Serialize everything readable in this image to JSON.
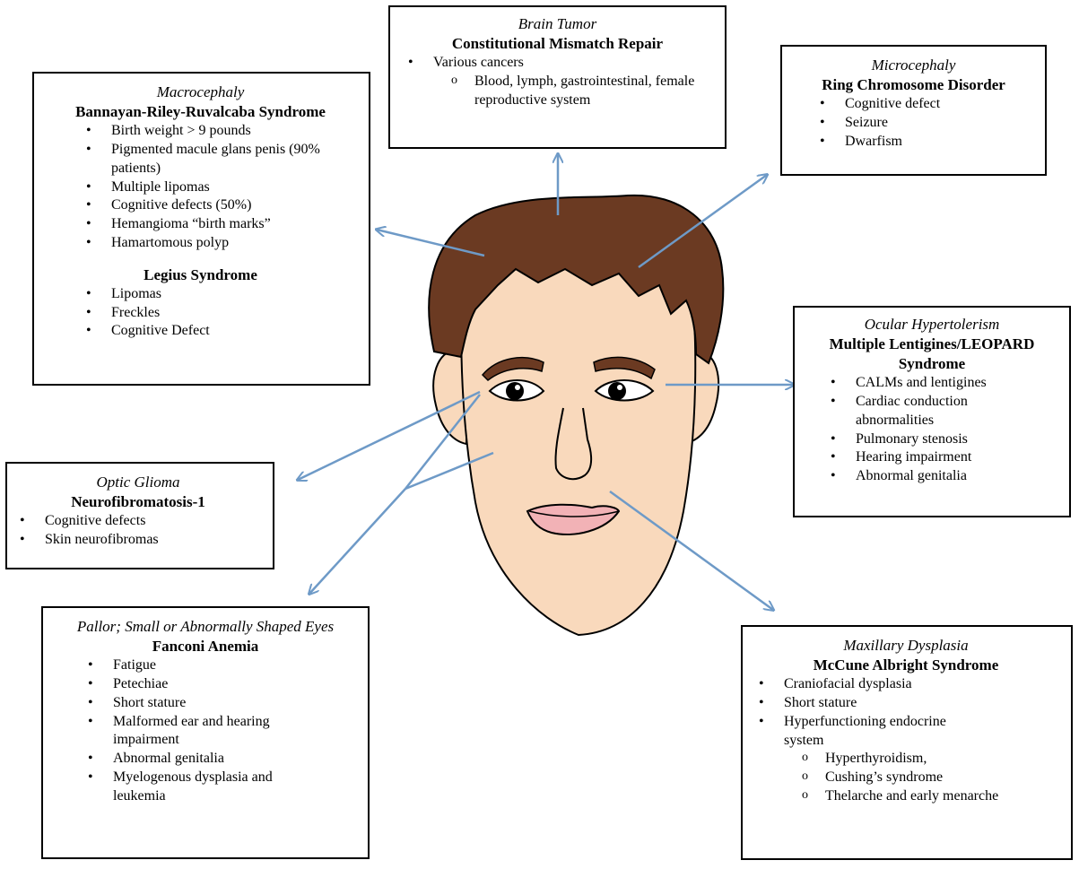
{
  "boxes": {
    "brain_tumor": {
      "finding": "Brain Tumor",
      "syndrome": "Constitutional Mismatch Repair",
      "items": [
        "Various cancers"
      ],
      "subitems": [
        "Blood, lymph, gastrointestinal, female reproductive system"
      ]
    },
    "macrocephaly": {
      "finding": "Macrocephaly",
      "syndrome": "Bannayan-Riley-Ruvalcaba Syndrome",
      "items": [
        "Birth weight > 9 pounds",
        "Pigmented macule glans penis (90% patients)",
        "Multiple lipomas",
        "Cognitive defects (50%)",
        "Hemangioma “birth marks”",
        "Hamartomous polyp"
      ],
      "syndrome2": "Legius Syndrome",
      "items2": [
        "Lipomas",
        "Freckles",
        "Cognitive Defect"
      ]
    },
    "microcephaly": {
      "finding": "Microcephaly",
      "syndrome": "Ring Chromosome Disorder",
      "items": [
        "Cognitive defect",
        "Seizure",
        "Dwarfism"
      ]
    },
    "ocular": {
      "finding": "Ocular Hypertolerism",
      "syndrome": "Multiple Lentigines/LEOPARD Syndrome",
      "items": [
        "CALMs and lentigines",
        "Cardiac conduction abnormalities",
        "Pulmonary stenosis",
        "Hearing impairment",
        "Abnormal genitalia"
      ]
    },
    "optic": {
      "finding": "Optic Glioma",
      "syndrome": "Neurofibromatosis-1",
      "items": [
        "Cognitive defects",
        "Skin neurofibromas"
      ]
    },
    "pallor": {
      "finding": "Pallor; Small or Abnormally Shaped Eyes",
      "syndrome": "Fanconi Anemia",
      "items": [
        "Fatigue",
        "Petechiae",
        "Short stature",
        "Malformed ear and hearing impairment",
        "Abnormal genitalia",
        "Myelogenous dysplasia and leukemia"
      ]
    },
    "maxillary": {
      "finding": "Maxillary Dysplasia",
      "syndrome": "McCune Albright Syndrome",
      "items": [
        "Craniofacial dysplasia",
        "Short stature",
        "Hyperfunctioning endocrine system"
      ],
      "subitems": [
        "Hyperthyroidism,",
        "Cushing’s syndrome",
        "Thelarche and early menarche"
      ]
    }
  },
  "colors": {
    "skin": "#F9D9BC",
    "hair": "#6B3A22",
    "brow": "#6B3A22",
    "arrow": "#6E9AC7",
    "lips": "#F2B2B6",
    "outline": "#000000"
  }
}
